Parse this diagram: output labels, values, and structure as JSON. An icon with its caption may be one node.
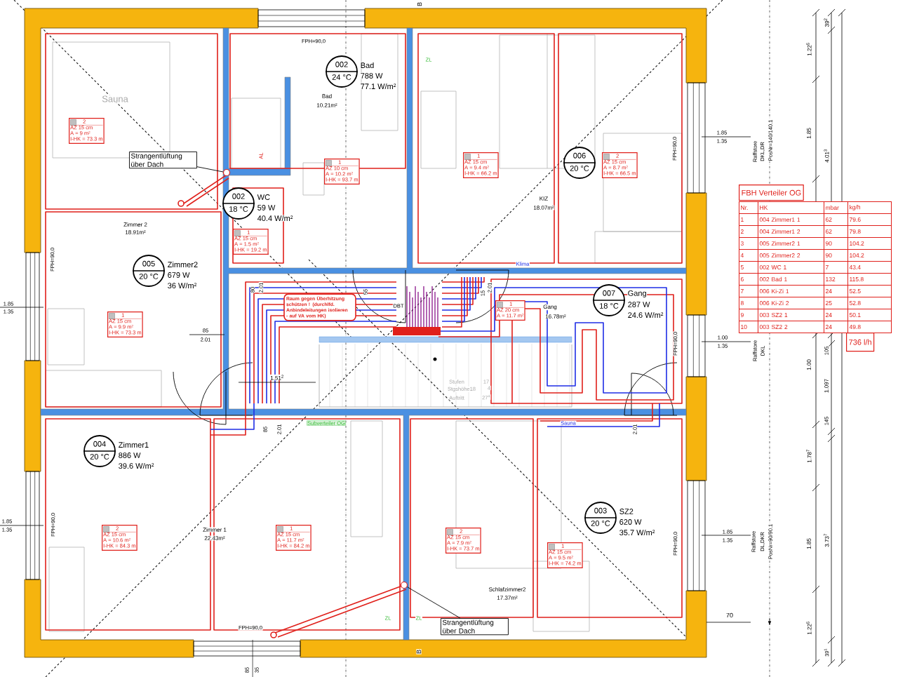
{
  "diagram": {
    "nodes": [
      {
        "text": [
          "002",
          "24 °C"
        ],
        "beside": [
          "Bad",
          "788 W",
          "77.1 W/m²"
        ]
      },
      {
        "text": [
          "006",
          "20 °C"
        ]
      },
      {
        "text": [
          "002",
          "18 °C"
        ],
        "beside": [
          "WC",
          "59 W",
          "40.4 W/m²"
        ]
      },
      {
        "text": [
          "005",
          "20 °C"
        ],
        "beside": [
          "Zimmer2",
          "679 W",
          "36 W/m²"
        ]
      },
      {
        "text": [
          "007",
          "18 °C"
        ],
        "beside": [
          "Gang",
          "287 W",
          "24.6 W/m²"
        ]
      },
      {
        "text": [
          "004",
          "20 °C"
        ],
        "beside": [
          "Zimmer1",
          "886 W",
          "39.6 W/m²"
        ]
      },
      {
        "text": [
          "003",
          "20 °C"
        ],
        "beside": [
          "SZ2",
          "620 W",
          "35.7 W/m²"
        ]
      },
      {
        "text": [
          "2",
          "AZ 15 cm",
          "A = 9 m²",
          "I-HK = 73.3 m"
        ]
      },
      {
        "text": [
          "1",
          "AZ 10 cm",
          "A = 10.2 m²",
          "I-HK = 93.7 m"
        ]
      },
      {
        "text": [
          "1",
          "AZ 15 cm",
          "A = 9.4 m²",
          "I-HK = 66.2 m"
        ]
      },
      {
        "text": [
          "2",
          "AZ 15 cm",
          "A = 8.7 m²",
          "I-HK = 66.5 m"
        ]
      },
      {
        "text": [
          "1",
          "AZ 15 cm",
          "A = 1.5 m²",
          "I-HK = 19.2 m"
        ]
      },
      {
        "text": [
          "1",
          "AZ 15 cm",
          "A = 9.9 m²",
          "I-HK = 73.3 m"
        ]
      },
      {
        "text": [
          "1",
          "AZ 20 cm",
          "A = 11.7 m²"
        ]
      },
      {
        "text": [
          "2",
          "AZ 15 cm",
          "A = 10.6 m²",
          "I-HK = 84.3 m"
        ]
      },
      {
        "text": [
          "1",
          "AZ 15 cm",
          "A = 11.7 m²",
          "I-HK = 84.2 m"
        ]
      },
      {
        "text": [
          "2",
          "AZ 15 cm",
          "A = 7.9 m²",
          "I-HK = 73.7 m"
        ]
      },
      {
        "text": [
          "1",
          "AZ 15 cm",
          "A = 9.5 m²",
          "I-HK = 74.2 m"
        ]
      },
      {
        "text": [
          "Strangentlüftung über Dach"
        ]
      },
      {
        "text": [],
        "shape": "circle"
      },
      {
        "text": [
          "Strangentlüftung über Dach"
        ]
      },
      {
        "text": [],
        "shape": "circle"
      },
      {
        "text": [
          "Raum gegen Überhitzung schützen ! (durchlfd. Anbindeleitungen isolieren - auf VA vom HK)"
        ]
      },
      {
        "text": [
          "736 l/h"
        ]
      }
    ],
    "edges": [
      {
        "from": 18,
        "to": 19,
        "arrow": "none"
      },
      {
        "from": 20,
        "to": 21,
        "arrow": "none"
      }
    ],
    "labels": [
      "Sauna",
      "FPH=90,0",
      "Bad",
      "10.21m²",
      "AL",
      "ZL",
      "KIZ",
      "18.07m²",
      "FPH=90,0",
      "1.85",
      "1.35",
      "Raffstore",
      "DKL,DR",
      "PosNr=140/140.1",
      "1.22$^{5}$",
      "39$^{2}$",
      "1.85",
      "4.01$^{3}$",
      "Zimmer 2",
      "18.91m²",
      "FPH=90,0",
      "1.85",
      "1.35",
      "85",
      "2.01",
      "1.51$^{2}$",
      "DBT",
      "Klima",
      "Gang",
      "16.78m²",
      "FPH=90,0",
      "1.00",
      "1.35",
      "Raffstore",
      "DKL",
      "1.00",
      "105",
      "1.097",
      "145",
      "Stufen",
      "17",
      "Stgshöhe18",
      "4",
      "Auftritt",
      "27$^{4}$",
      "Subverteiler OG",
      "85",
      "2.01",
      "Sauna",
      "2.01",
      "2.01",
      "15",
      "80",
      "2.01",
      "55",
      "Zimmer 1",
      "22.43m²",
      "FPH=90,0",
      "1.85",
      "1.35",
      "1.78$^{7}$",
      "1.85",
      "3.73$^{7}$",
      "FPH=90,0",
      "1.85",
      "1.35",
      "Raffstore",
      "DL,DKR",
      "PosNr=90/90.1",
      "Schlafzimmer2",
      "17.37m²",
      "FPH=90,0",
      "ZL",
      "ZL",
      "70",
      "1.22$^{5}$",
      "39$^{1}$",
      "B",
      "B",
      "85",
      "35",
      "FBH Verteiler OG",
      "Nr.",
      "HK",
      "mbar",
      "kg/h",
      "1",
      "004 Zimmer1 1",
      "62",
      "79.6",
      "2",
      "004 Zimmer1 2",
      "62",
      "79.8",
      "3",
      "005 Zimmer2 1",
      "90",
      "104.2",
      "4",
      "005 Zimmer2 2",
      "90",
      "104.2",
      "5",
      "002 WC 1",
      "7",
      "43.4",
      "6",
      "002 Bad 1",
      "132",
      "115.8",
      "7",
      "006 Ki-Zi 1",
      "24",
      "52.5",
      "8",
      "006 Ki-Zi 2",
      "25",
      "52.8",
      "9",
      "003 SZ2 1",
      "24",
      "50.1",
      "10",
      "003 SZ2 2",
      "24",
      "49.8"
    ]
  }
}
